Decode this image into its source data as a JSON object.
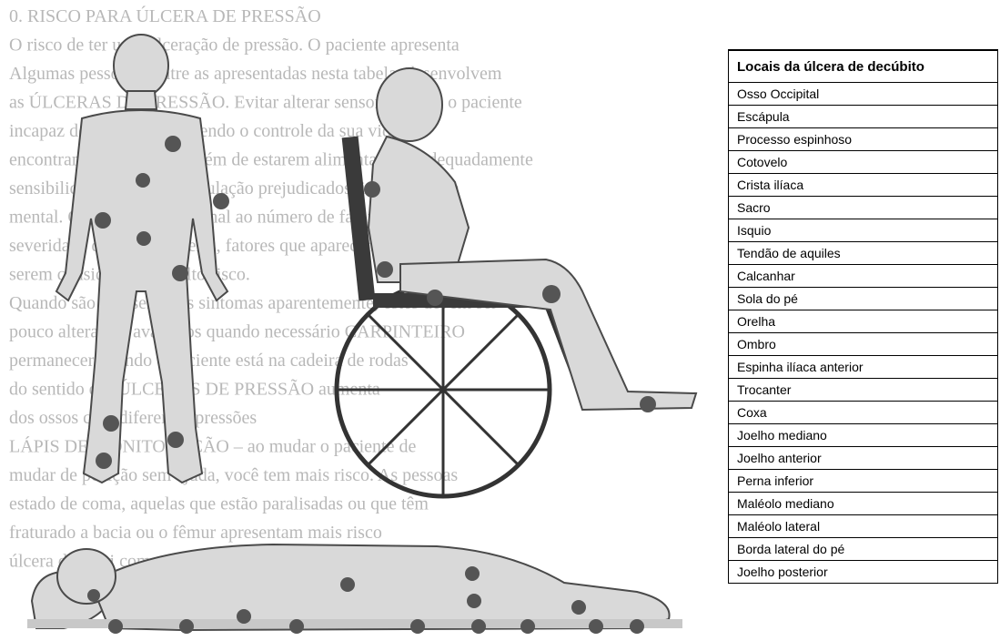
{
  "background_text": {
    "color": "#b8b8b8",
    "lines": [
      "0. RISCO PARA ÚLCERA DE PRESSÃO",
      "O risco de ter uma ulceração de pressão. O paciente apresenta",
      "Algumas pessoas, dentre as apresentadas nesta tabela, desenvolvem",
      "as ÚLCERAS DE PRESSÃO. Evitar alterar sensorialmente o paciente",
      "incapaz de mover-se, perdendo o controle da sua vida (",
      "encontram-se acamadas, além de estarem alimentadas inadequadamente",
      "sensibilidade, nervos e circulação prejudicados, inconsciência",
      "mental. O risco é proporcional ao número de fatores",
      "severidade de cada um deles, fatores que aparecem",
      "serem considerados de alto risco.",
      "Quando são apresentados sintomas aparentemente, estes devem ser",
      "pouco alterados, avaliados quando necessário CARPINTEIRO",
      "permanecer quando o paciente está na cadeira de rodas",
      "do sentido das ÚLCERAS DE PRESSÃO aumenta",
      "dos ossos com diferentes pressões",
      "LÁPIS DE MONITORAÇÃO – ao mudar o paciente de",
      "mudar de posição sem ajuda, você tem mais risco. As pessoas",
      "estado de coma, aquelas que estão paralisadas ou que têm",
      "fraturado a bacia ou o fêmur apresentam mais risco",
      "úlcera diminui com o passar do tempo"
    ]
  },
  "figure": {
    "body_fill": "#d9d9d9",
    "outline_color": "#4a4a4a",
    "dot_color": "#555555"
  },
  "table": {
    "header": "Locais da úlcera de decúbito",
    "rows": [
      "Osso Occipital",
      "Escápula",
      "Processo espinhoso",
      "Cotovelo",
      "Crista ilíaca",
      "Sacro",
      "Isquio",
      "Tendão de aquiles",
      "Calcanhar",
      "Sola do pé",
      "Orelha",
      "Ombro",
      "Espinha ilíaca anterior",
      "Trocanter",
      "Coxa",
      "Joelho mediano",
      "Joelho anterior",
      "Perna inferior",
      "Maléolo mediano",
      "Maléolo lateral",
      "Borda lateral do pé",
      "Joelho posterior"
    ]
  }
}
